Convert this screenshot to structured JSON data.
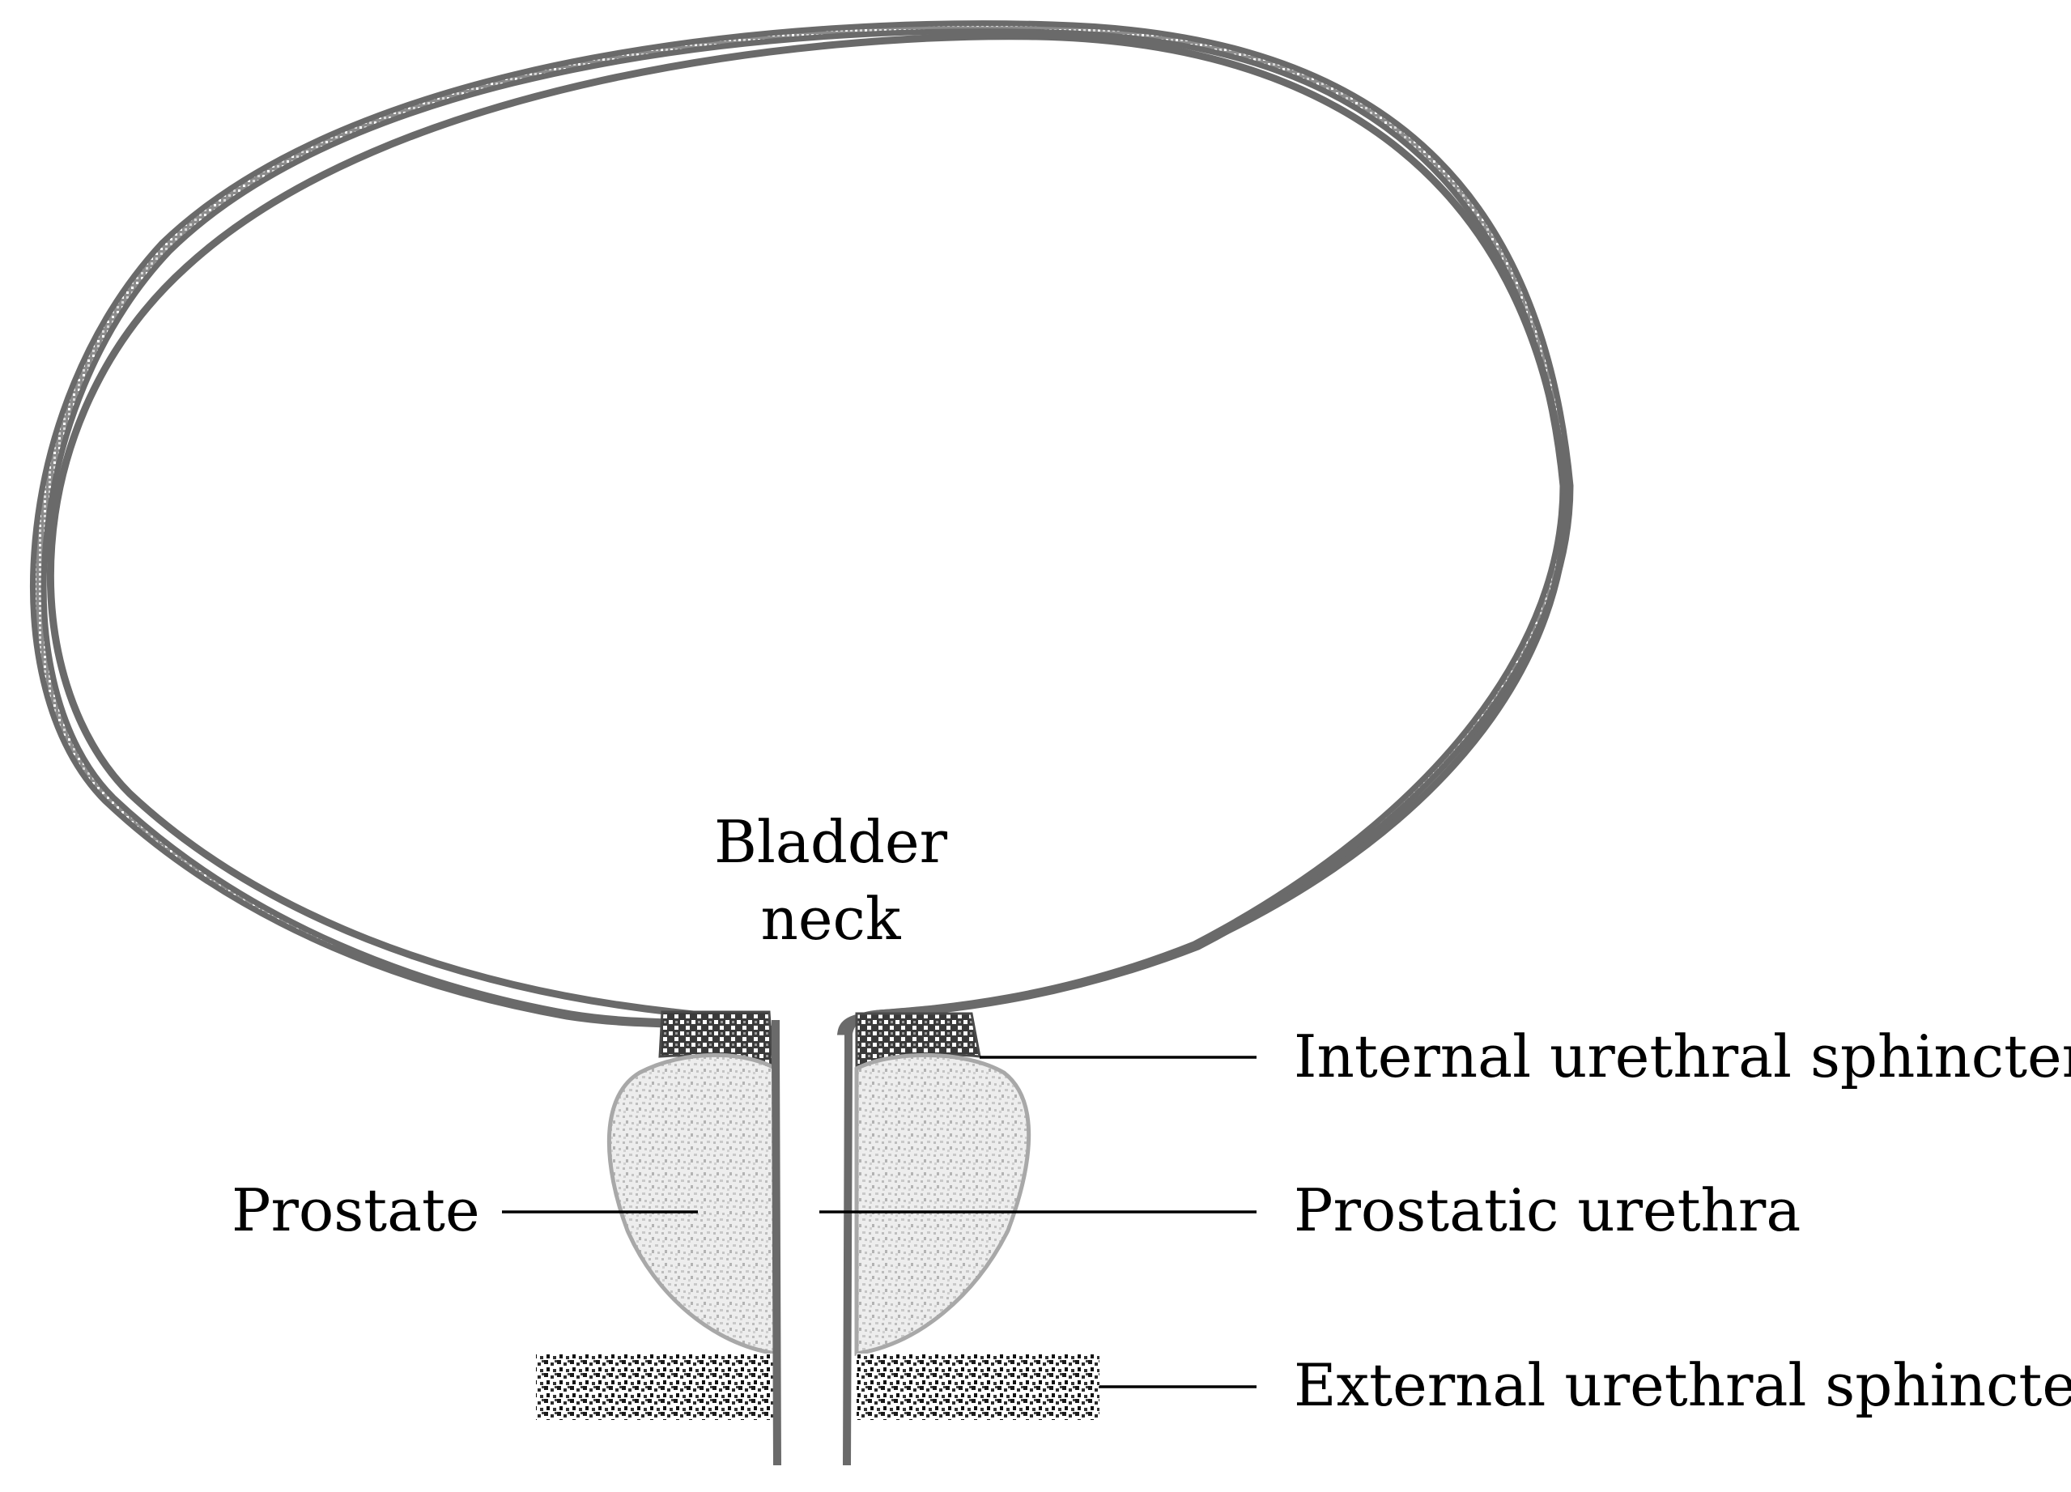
{
  "labels": {
    "bladder_neck": [
      "Bladder",
      "neck"
    ],
    "internal_sphincter": "Internal urethral sphincter",
    "prostate": "Prostate",
    "prostatic_urethra": "Prostatic urethra",
    "external_sphincter": "External urethral sphincter"
  }
}
